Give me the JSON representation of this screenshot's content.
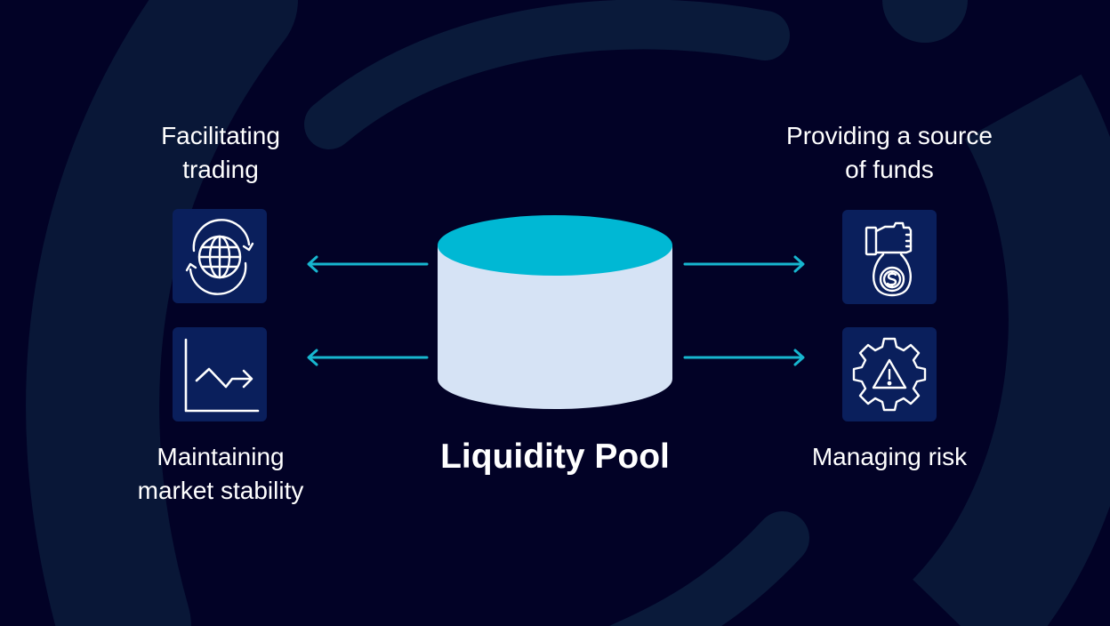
{
  "diagram": {
    "title": "Liquidity Pool",
    "colors": {
      "background": "#020226",
      "background_swirl": "#0a1a3a",
      "icon_box": "#0a1f5c",
      "arrow": "#17b6cf",
      "cylinder_top": "#00b8d4",
      "cylinder_body": "#d6e3f5",
      "text": "#ffffff"
    },
    "center": {
      "label": "Liquidity Pool",
      "icon": "cylinder-database-icon"
    },
    "functions": [
      {
        "id": "facilitating-trading",
        "lines": [
          "Facilitating",
          "trading"
        ],
        "icon": "globe-exchange-icon",
        "side": "left",
        "arrow_direction": "left"
      },
      {
        "id": "maintaining-market-stability",
        "lines": [
          "Maintaining",
          "market stability"
        ],
        "icon": "trend-chart-icon",
        "side": "left",
        "arrow_direction": "left"
      },
      {
        "id": "providing-source-of-funds",
        "lines": [
          "Providing a source",
          "of funds"
        ],
        "icon": "hand-money-bag-icon",
        "side": "right",
        "arrow_direction": "right"
      },
      {
        "id": "managing-risk",
        "lines": [
          "Managing risk"
        ],
        "icon": "gear-warning-icon",
        "side": "right",
        "arrow_direction": "right"
      }
    ]
  }
}
